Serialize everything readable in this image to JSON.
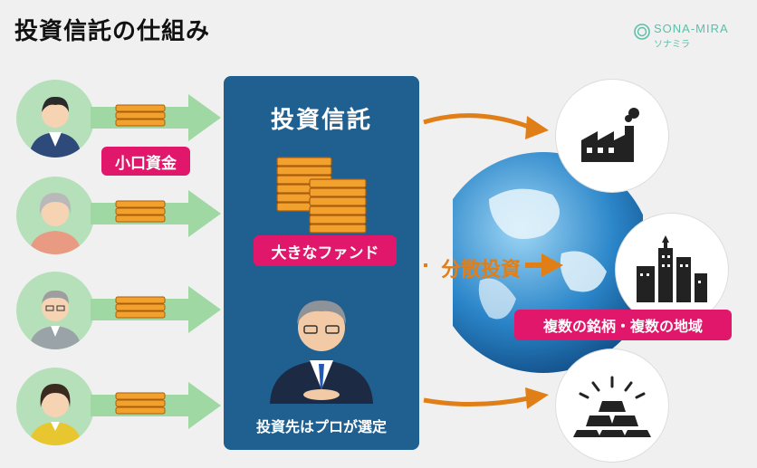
{
  "title": "投資信託の仕組み",
  "logo": {
    "name": "SONA-MIRA",
    "kana": "ソナミラ"
  },
  "labels": {
    "small_funds": "小口資金",
    "fund_box_title": "投資信託",
    "big_fund": "大きなファンド",
    "pro_selects": "投資先はプロが選定",
    "diversify": "分散投資",
    "multi_assets": "複数の銘柄・複数の地域"
  },
  "colors": {
    "pink": "#e0176a",
    "navy": "#1f6090",
    "arrow_green": "#9fd8a2",
    "arrow_orange": "#e07f18",
    "bg": "#f0f0f0"
  },
  "icons": [
    "investor-man-icon",
    "investor-woman-elderly-icon",
    "investor-man-elderly-icon",
    "investor-woman-icon",
    "cash-bundle-icon",
    "money-stack-icon",
    "fund-manager-icon",
    "globe-icon",
    "factory-icon",
    "city-buildings-icon",
    "gold-bars-icon"
  ]
}
